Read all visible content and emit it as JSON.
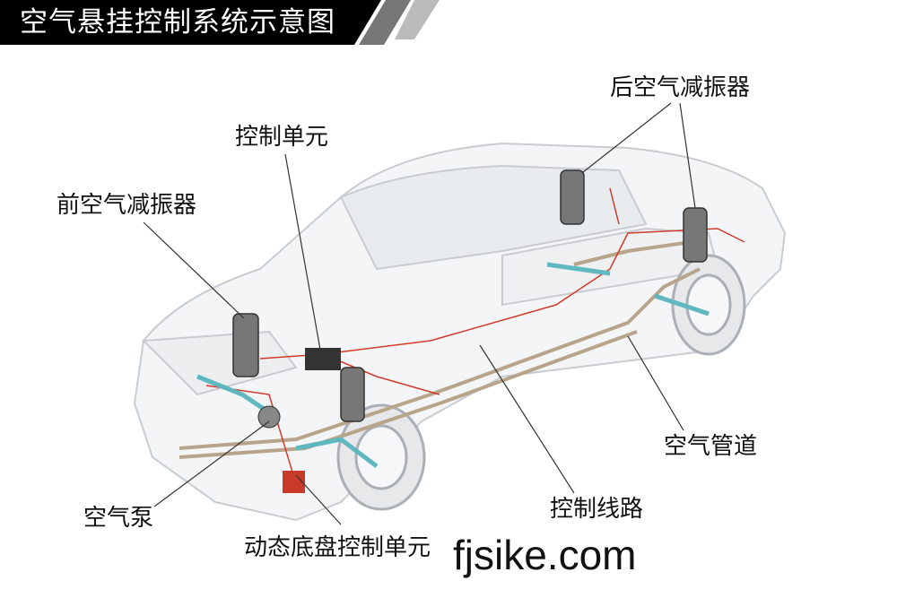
{
  "title": "空气悬挂控制系统示意图",
  "labels": {
    "rear_air_shock": "后空气减振器",
    "control_unit": "控制单元",
    "front_air_shock": "前空气减振器",
    "air_pump": "空气泵",
    "dynamic_chassis_control_unit": "动态底盘控制单元",
    "control_wiring": "控制线路",
    "air_line": "空气管道"
  },
  "watermark": "fjsike.com",
  "colors": {
    "title_bg": "#000000",
    "title_text": "#ffffff",
    "wiring": "#d23a2a",
    "air_line": "#b8a48a",
    "suspension": "#5fb8c0",
    "car_outline": "#c8ccd0"
  }
}
